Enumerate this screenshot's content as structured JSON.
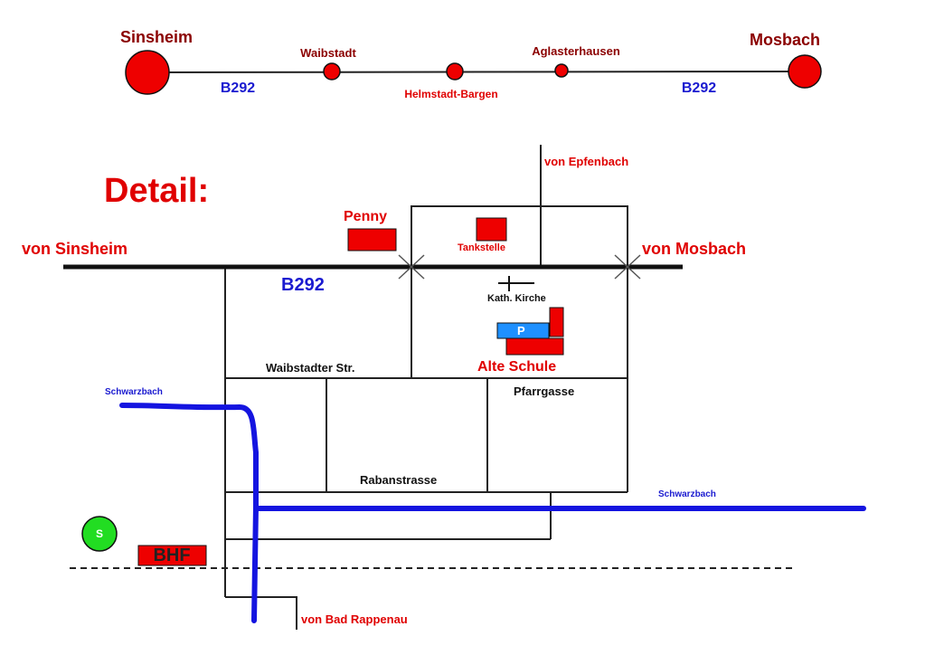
{
  "route": {
    "start": "Sinsheim",
    "end": "Mosbach",
    "stops": [
      "Waibstadt",
      "Helmstadt-Bargen",
      "Aglasterhausen"
    ],
    "road_left": "B292",
    "road_right": "B292"
  },
  "detail": {
    "heading": "Detail:",
    "from_sinsheim": "von Sinsheim",
    "from_mosbach": "von Mosbach",
    "from_epfenbach": "von Epfenbach",
    "from_bad_rappenau": "von Bad Rappenau",
    "main_road": "B292",
    "penny": "Penny",
    "gas_station": "Tankstelle",
    "church": "Kath. Kirche",
    "parking": "P",
    "alte_schule": "Alte Schule",
    "waibstadter_str": "Waibstadter Str.",
    "pfarrgasse": "Pfarrgasse",
    "rabanstrasse": "Rabanstrasse",
    "creek_left": "Schwarzbach",
    "creek_right": "Schwarzbach",
    "sbahn": "S",
    "station": "BHF"
  },
  "colors": {
    "town": "#ee0000",
    "town_label": "#8b0000",
    "road_label": "#1a1ad0",
    "water": "#1414e0",
    "sbahn": "#22dd22",
    "parking": "#1e90ff"
  }
}
